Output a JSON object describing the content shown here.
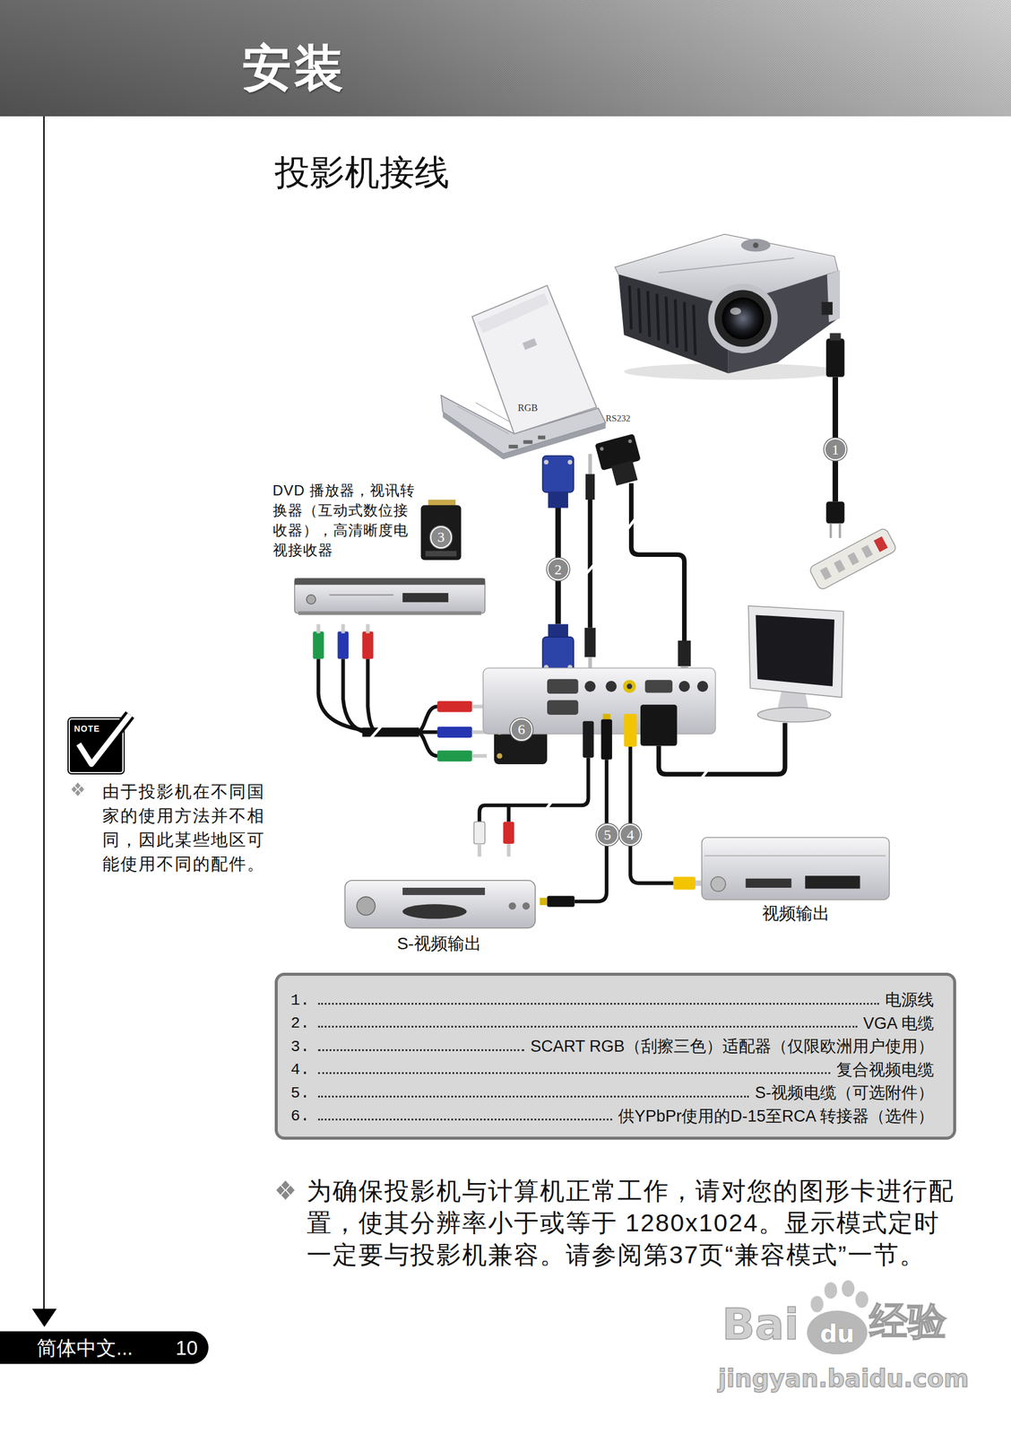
{
  "diagram": {
    "title": "投影机接线",
    "nodes": [
      {
        "text": [
          "安装"
        ]
      },
      {
        "text": [
          "1"
        ]
      },
      {
        "text": [
          "3"
        ]
      },
      {
        "text": [
          "2"
        ]
      },
      {
        "text": [
          "NOTE"
        ]
      },
      {
        "text": [
          "6"
        ]
      },
      {
        "text": [
          "5"
        ]
      },
      {
        "text": [
          "4"
        ]
      },
      {
        "text": [
          "1.",
          "电源线",
          "2.",
          "VGA 电缆",
          "3.",
          "SCART RGB（刮擦三色）适配器（仅限欧洲用户使用）",
          "4.",
          "复合视频电缆",
          "5.",
          "S-视频电缆（可选附件）",
          "6.",
          "供YPbPr使用的D-15至RCA 转接器（选件）"
        ]
      },
      {
        "text": [
          "简体中文...",
          "10"
        ]
      }
    ],
    "labels": [
      "RGB",
      "RS232",
      "DVD 播放器，视讯转换器（互动式数位接收器），高清晰度电视接收器",
      "S-视频输出",
      "视频输出",
      "由于投影机在不同国家的使用方法并不相同，因此某些地区可能使用不同的配件。",
      "为确保投影机与计算机正常工作，请对您的图形卡进行配置，使其分辨率小于或等于 1280x1024。显示模式定时一定要与投影机兼容。请参阅第37页“兼容模式”一节。",
      "Bai",
      "du",
      "经验",
      "jingyan.baidu.com"
    ]
  }
}
